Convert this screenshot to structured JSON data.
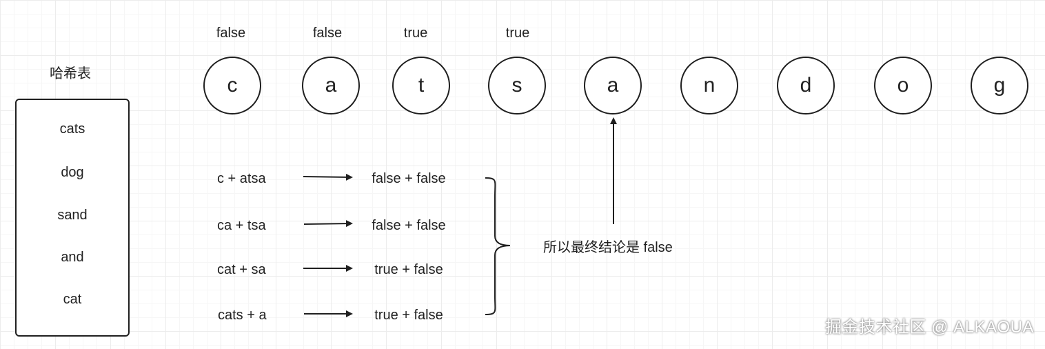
{
  "hash_table": {
    "title": "哈希表",
    "words": [
      "cats",
      "dog",
      "sand",
      "and",
      "cat"
    ]
  },
  "string_chars": [
    "c",
    "a",
    "t",
    "s",
    "a",
    "n",
    "d",
    "o",
    "g"
  ],
  "prefix_flags": [
    "false",
    "false",
    "true",
    "true"
  ],
  "splits": [
    {
      "expr": "c + atsa",
      "result": "false + false"
    },
    {
      "expr": "ca + tsa",
      "result": "false + false"
    },
    {
      "expr": "cat + sa",
      "result": "true + false"
    },
    {
      "expr": "cats + a",
      "result": "true + false"
    }
  ],
  "conclusion": "所以最终结论是 false",
  "watermark": "掘金技术社区 @ ALKAOUA"
}
